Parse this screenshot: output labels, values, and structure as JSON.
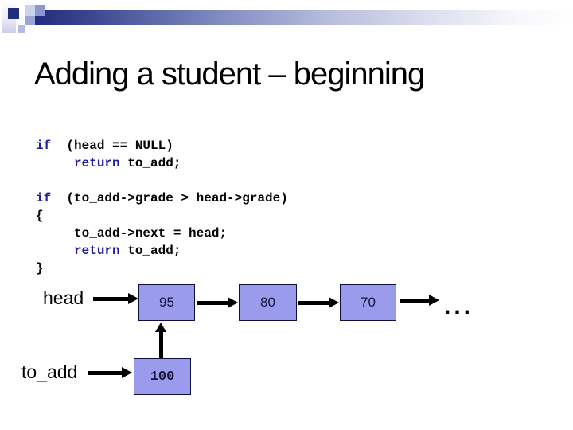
{
  "title": "Adding a student – beginning",
  "colors": {
    "keyword": "#1e1e9e",
    "code_text": "#000000",
    "title_text": "#000000",
    "node_fill": "#9b9bee",
    "node_border": "#10103c",
    "node_text": "#14143c",
    "accent_dark": "#1f2d7c",
    "arrow": "#000000"
  },
  "code1": {
    "lines": [
      {
        "segments": [
          {
            "text": "if",
            "kw": true
          },
          {
            "text": "  (head == NULL)"
          }
        ]
      },
      {
        "segments": [
          {
            "text": "     "
          },
          {
            "text": "return",
            "kw": true
          },
          {
            "text": " to_add;"
          }
        ]
      }
    ]
  },
  "code2": {
    "lines": [
      {
        "segments": [
          {
            "text": "if",
            "kw": true
          },
          {
            "text": "  (to_add->grade > head->grade)"
          }
        ]
      },
      {
        "segments": [
          {
            "text": "{"
          }
        ]
      },
      {
        "segments": [
          {
            "text": "     to_add->next = head;"
          }
        ]
      },
      {
        "segments": [
          {
            "text": "     "
          },
          {
            "text": "return",
            "kw": true
          },
          {
            "text": " to_add;"
          }
        ]
      },
      {
        "segments": [
          {
            "text": "}"
          }
        ]
      }
    ]
  },
  "diagram": {
    "head_label": "head",
    "to_add_label": "to_add",
    "nodes": [
      "95",
      "80",
      "70"
    ],
    "new_node": "100",
    "ellipsis": "..."
  }
}
